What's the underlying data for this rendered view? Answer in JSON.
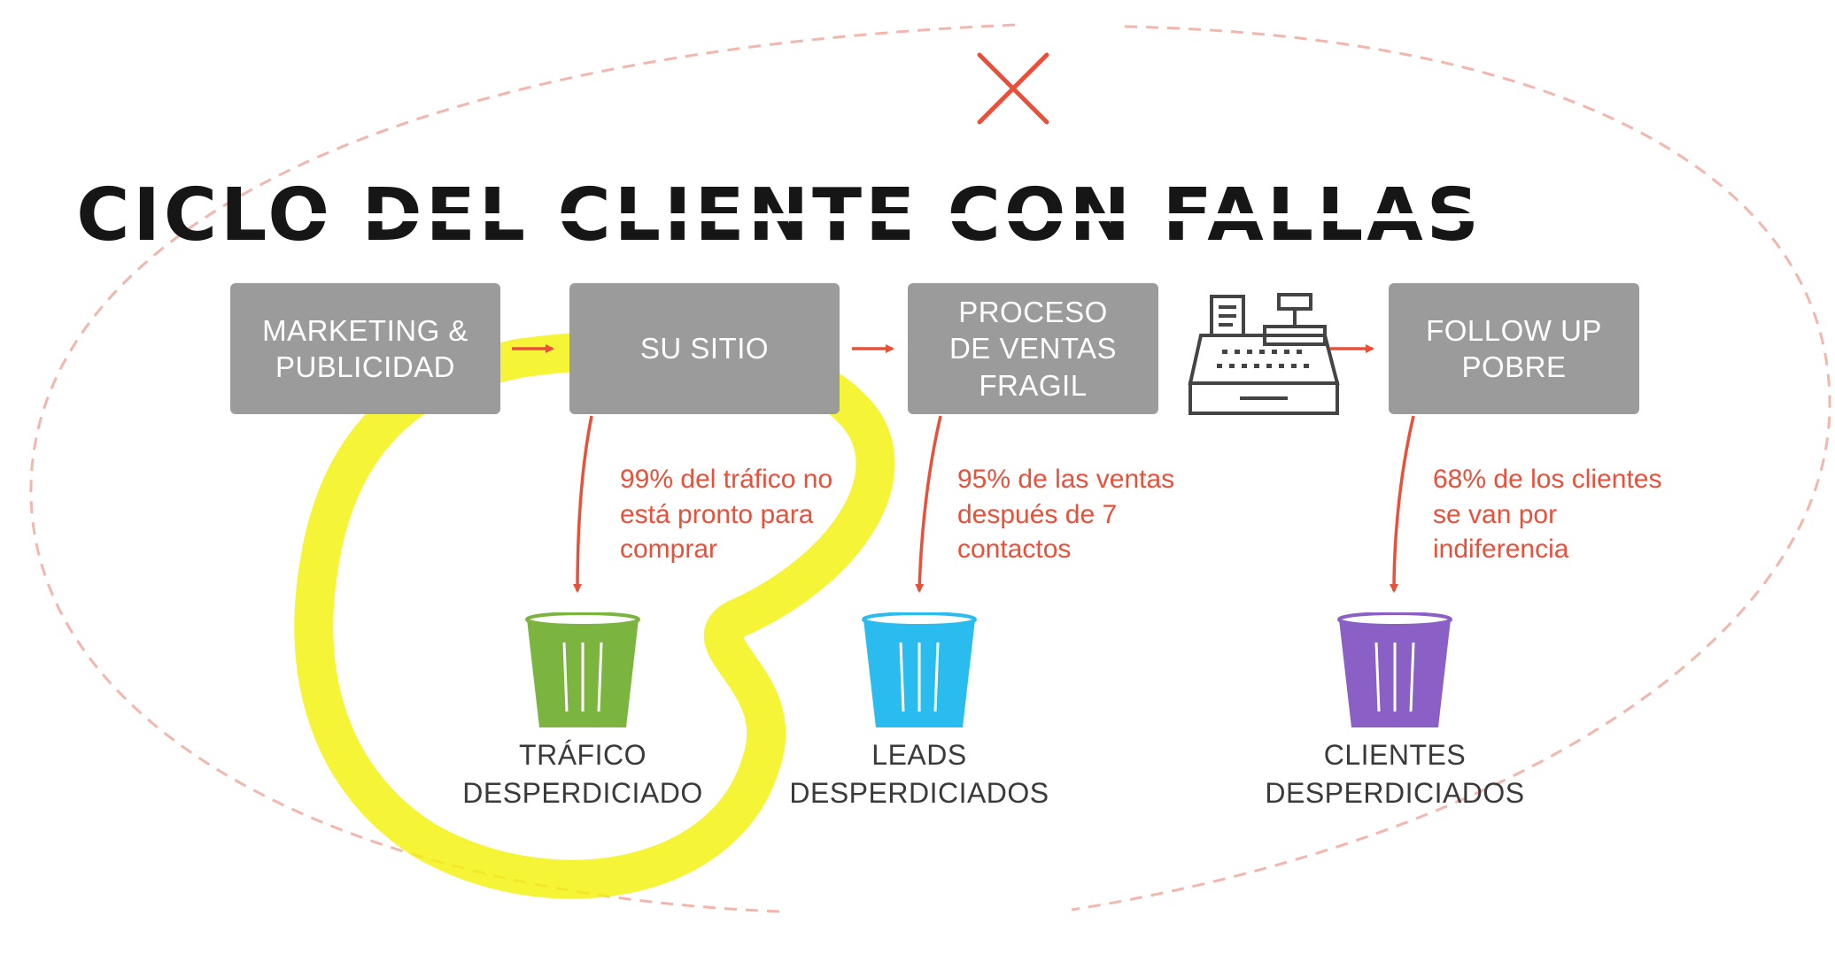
{
  "title": "CICLO DEL CLIENTE CON FALLAS",
  "stages": [
    {
      "label": "MARKETING &\nPUBLICIDAD"
    },
    {
      "label": "SU SITIO"
    },
    {
      "label": "PROCESO\nDE VENTAS\nFRAGIL"
    },
    {
      "label": "FOLLOW UP\nPOBRE"
    }
  ],
  "notes": [
    "99% del tráfico no\nestá pronto para\ncomprar",
    "95% de las ventas\ndespués de 7\ncontactos",
    "68% de los clientes\nse van por\nindiferencia"
  ],
  "bins": [
    {
      "label": "TRÁFICO\nDESPERDICIADO",
      "color": "#7bb540"
    },
    {
      "label": "LEADS\nDESPERDICIADOS",
      "color": "#2bbcef"
    },
    {
      "label": "CLIENTES\nDESPERDICIADOS",
      "color": "#8a5fc6"
    }
  ],
  "colors": {
    "accent": "#e8503a",
    "box": "#9b9b9b",
    "highlight": "#f4f10a"
  },
  "icons": [
    "x-mark-icon",
    "cash-register-icon",
    "trash-bin-icon"
  ]
}
